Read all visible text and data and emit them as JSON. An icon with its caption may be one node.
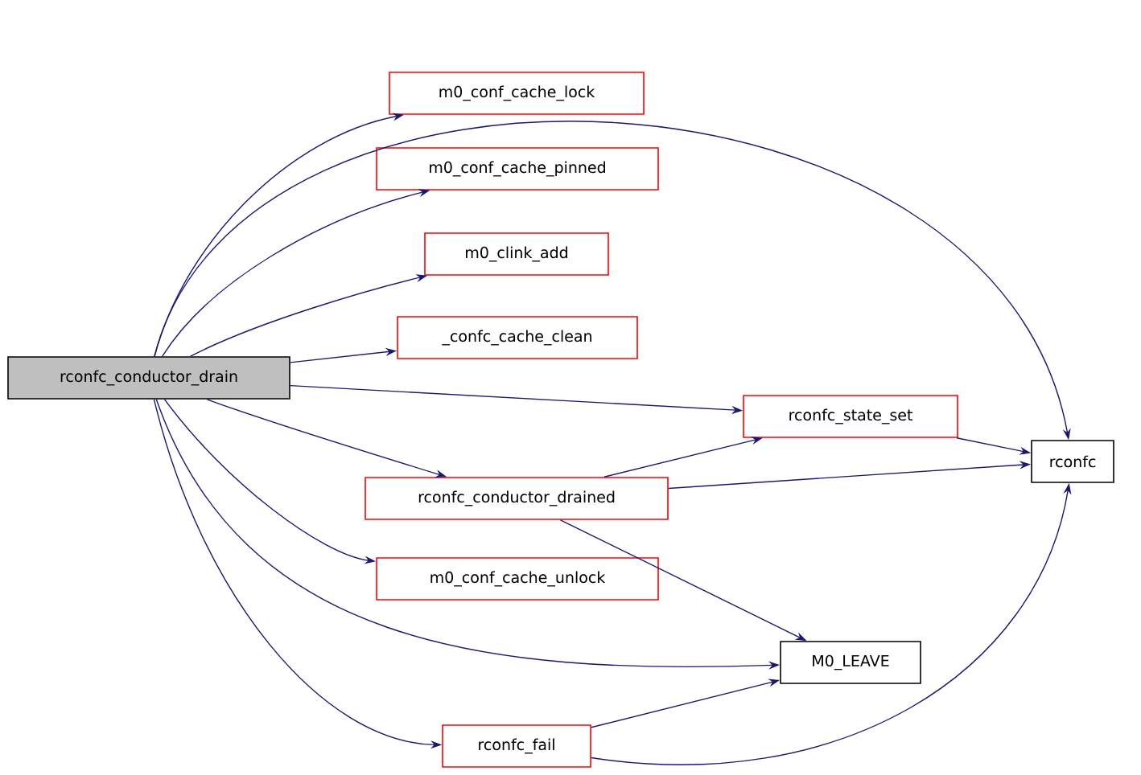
{
  "diagram": {
    "nodes": [
      {
        "text": [
          "rconfc_conductor_drain"
        ]
      },
      {
        "text": [
          "m0_conf_cache_lock"
        ]
      },
      {
        "text": [
          "m0_conf_cache_pinned"
        ]
      },
      {
        "text": [
          "m0_clink_add"
        ]
      },
      {
        "text": [
          "_confc_cache_clean"
        ]
      },
      {
        "text": [
          "rconfc_state_set"
        ]
      },
      {
        "text": [
          "rconfc"
        ]
      },
      {
        "text": [
          "rconfc_conductor_drained"
        ]
      },
      {
        "text": [
          "m0_conf_cache_unlock"
        ]
      },
      {
        "text": [
          "M0_LEAVE"
        ]
      },
      {
        "text": [
          "rconfc_fail"
        ]
      }
    ],
    "edges": [
      {
        "from": 0,
        "to": 1,
        "arrow": "to"
      },
      {
        "from": 0,
        "to": 2,
        "arrow": "to"
      },
      {
        "from": 0,
        "to": 3,
        "arrow": "to"
      },
      {
        "from": 0,
        "to": 4,
        "arrow": "to"
      },
      {
        "from": 0,
        "to": 5,
        "arrow": "to"
      },
      {
        "from": 0,
        "to": 6,
        "arrow": "to"
      },
      {
        "from": 0,
        "to": 7,
        "arrow": "to"
      },
      {
        "from": 0,
        "to": 8,
        "arrow": "to"
      },
      {
        "from": 0,
        "to": 9,
        "arrow": "to"
      },
      {
        "from": 0,
        "to": 10,
        "arrow": "to"
      },
      {
        "from": 7,
        "to": 5,
        "arrow": "to"
      },
      {
        "from": 7,
        "to": 6,
        "arrow": "to"
      },
      {
        "from": 7,
        "to": 9,
        "arrow": "to"
      },
      {
        "from": 5,
        "to": 6,
        "arrow": "to"
      },
      {
        "from": 10,
        "to": 9,
        "arrow": "to"
      },
      {
        "from": 10,
        "to": 6,
        "arrow": "to"
      }
    ]
  }
}
